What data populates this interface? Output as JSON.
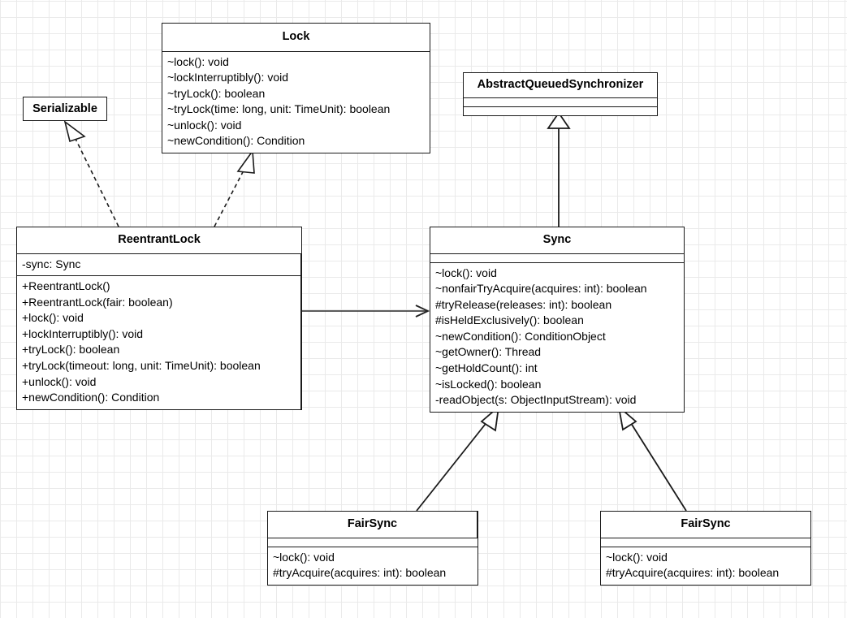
{
  "diagram": {
    "title": "ReentrantLock UML class diagram",
    "type": "uml-class-diagram",
    "background": "#ffffff",
    "grid_color": "#eaeaea",
    "line_color": "#1a1a1a",
    "text_color": "#000000"
  },
  "nodes": {
    "lock": {
      "name": "Lock",
      "attributes": [],
      "methods": [
        "~lock(): void",
        "~lockInterruptibly(): void",
        "~tryLock(): boolean",
        "~tryLock(time: long, unit: TimeUnit): boolean",
        "~unlock(): void",
        "~newCondition(): Condition"
      ]
    },
    "serializable": {
      "name": "Serializable"
    },
    "abstract_queued_synchronizer": {
      "name": "AbstractQueuedSynchronizer",
      "attributes": [],
      "methods": []
    },
    "reentrant_lock": {
      "name": "ReentrantLock",
      "attributes": [
        "-sync: Sync"
      ],
      "methods": [
        "+ReentrantLock()",
        "+ReentrantLock(fair: boolean)",
        "+lock(): void",
        "+lockInterruptibly(): void",
        "+tryLock(): boolean",
        "+tryLock(timeout: long, unit: TimeUnit): boolean",
        "+unlock(): void",
        "+newCondition(): Condition"
      ]
    },
    "sync": {
      "name": "Sync",
      "attributes": [],
      "methods": [
        "~lock(): void",
        "~nonfairTryAcquire(acquires: int): boolean",
        "#tryRelease(releases: int): boolean",
        "#isHeldExclusively(): boolean",
        "~newCondition(): ConditionObject",
        "~getOwner(): Thread",
        "~getHoldCount(): int",
        "~isLocked(): boolean",
        "-readObject(s: ObjectInputStream): void"
      ]
    },
    "fair_sync_left": {
      "name": "FairSync",
      "attributes": [],
      "methods": [
        "~lock(): void",
        "#tryAcquire(acquires: int): boolean"
      ]
    },
    "fair_sync_right": {
      "name": "FairSync",
      "attributes": [],
      "methods": [
        "~lock(): void",
        "#tryAcquire(acquires: int): boolean"
      ]
    }
  },
  "edges": [
    {
      "id": "edge-reentrantlock-serializable",
      "from": "reentrant_lock",
      "to": "serializable",
      "kind": "realization",
      "style": "dashed",
      "arrowhead": "hollow-triangle"
    },
    {
      "id": "edge-reentrantlock-lock",
      "from": "reentrant_lock",
      "to": "lock",
      "kind": "realization",
      "style": "dashed",
      "arrowhead": "hollow-triangle"
    },
    {
      "id": "edge-sync-aqs",
      "from": "sync",
      "to": "abstract_queued_synchronizer",
      "kind": "generalization",
      "style": "solid",
      "arrowhead": "hollow-triangle"
    },
    {
      "id": "edge-reentrantlock-sync",
      "from": "reentrant_lock",
      "to": "sync",
      "kind": "association",
      "style": "solid",
      "arrowhead": "open"
    },
    {
      "id": "edge-fairsyncleft-sync",
      "from": "fair_sync_left",
      "to": "sync",
      "kind": "generalization",
      "style": "solid",
      "arrowhead": "hollow-triangle"
    },
    {
      "id": "edge-fairsyncright-sync",
      "from": "fair_sync_right",
      "to": "sync",
      "kind": "generalization",
      "style": "solid",
      "arrowhead": "hollow-triangle"
    }
  ]
}
